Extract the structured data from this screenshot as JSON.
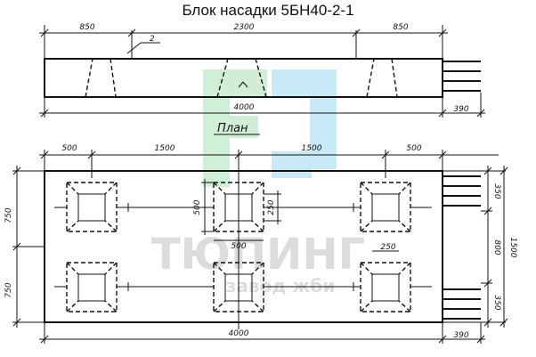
{
  "title": "Блок насадки 5БН40-2-1",
  "elevation": {
    "dims_top": [
      "850",
      "2300",
      "850"
    ],
    "callout": "2",
    "dim_length": "4000",
    "dim_end": "390"
  },
  "plan": {
    "label": "План",
    "dims_top": [
      "500",
      "1500",
      "1500",
      "500"
    ],
    "dims_left": [
      "750",
      "750"
    ],
    "dims_right": [
      "350",
      "800",
      "350"
    ],
    "dim_total_right": "1500",
    "dim_socket_w": "500",
    "dim_socket_h": "500",
    "dim_inner_h": "250",
    "dim_inner_w": "250",
    "dim_length": "4000",
    "dim_end": "390"
  },
  "watermark": {
    "brand": "ТЮПИНГ",
    "sub": "завод жби",
    "colors": {
      "green": "#c8ecd0",
      "blue": "#bfe6f5",
      "gray": "#d9d9d9"
    }
  }
}
